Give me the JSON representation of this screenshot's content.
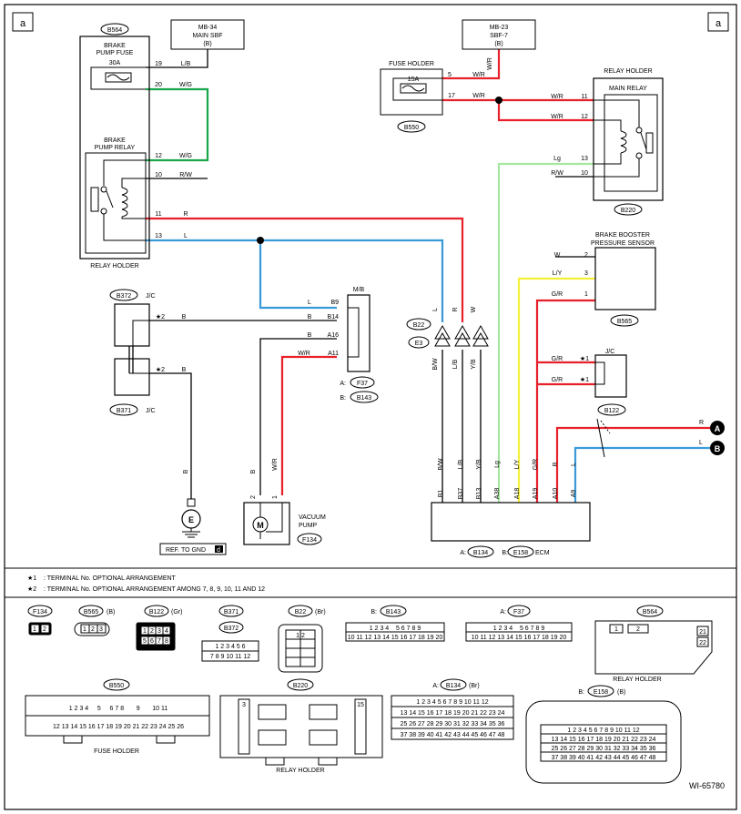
{
  "corner_tags": {
    "left": "a",
    "right": "a"
  },
  "b564": {
    "tag": "B564",
    "fuse_label": [
      "BRAKE",
      "PUMP FUSE"
    ],
    "fuse_rating": "30A",
    "relay_label": [
      "BRAKE",
      "PUMP RELAY"
    ],
    "holder_label": "RELAY HOLDER",
    "pins": {
      "p19": "19",
      "p20": "20",
      "p12": "12",
      "p10": "10",
      "p11": "11",
      "p13": "13"
    },
    "wires": {
      "p19": "L/B",
      "p20": "W/G",
      "p12": "W/G",
      "p10": "R/W",
      "p11": "R",
      "p13": "L"
    }
  },
  "mb34": {
    "lines": [
      "MB-34",
      "MAIN SBF",
      "(B)"
    ]
  },
  "mb23": {
    "lines": [
      "MB-23",
      "SBF-7",
      "(B)"
    ],
    "wire": "W/R"
  },
  "fuse_holder": {
    "title": "FUSE HOLDER",
    "rating": "15A",
    "tag": "B550",
    "pins": {
      "p5": "5",
      "p17": "17"
    },
    "wires": {
      "p5": "W/R",
      "p17": "W/R"
    }
  },
  "relay_holder_r": {
    "title": "RELAY HOLDER",
    "sub": "MAIN RELAY",
    "tag": "B220",
    "pins": {
      "p11": "11",
      "p12": "12",
      "p13": "13",
      "p10": "10"
    },
    "wires": {
      "p11": "W/R",
      "p12": "W/R",
      "p13": "Lg",
      "p10": "R/W"
    }
  },
  "booster": {
    "title": [
      "BRAKE BOOSTER",
      "PRESSURE SENSOR"
    ],
    "tag": "B565",
    "pins": {
      "p2": "2",
      "p3": "3",
      "p1": "1"
    },
    "wires": {
      "p2": "W",
      "p3": "L/Y",
      "p1": "G/R"
    }
  },
  "jc_right": {
    "label": "J/C",
    "wires": [
      "G/R",
      "G/R"
    ],
    "stars": [
      "★1",
      "★1"
    ]
  },
  "b122": {
    "tag": "B122"
  },
  "out": {
    "r": "R",
    "l": "L",
    "a": "A",
    "b": "B"
  },
  "jc_left": {
    "b372": "B372",
    "b371": "B371",
    "label": "J/C",
    "star": "★2",
    "wire": "B"
  },
  "mb": {
    "label": "M/B",
    "pins": [
      "B9",
      "B14",
      "A16",
      "A11"
    ],
    "wires": [
      "L",
      "B",
      "B",
      "W/R"
    ],
    "conn": [
      {
        "p": "A:",
        "t": "F37"
      },
      {
        "p": "B:",
        "t": "B143"
      }
    ]
  },
  "b22e3": {
    "tags": [
      "B22",
      "E3"
    ],
    "top_wires": [
      "L",
      "R",
      "W"
    ],
    "bot_wires": [
      "B/W",
      "L/B",
      "Y/B"
    ]
  },
  "ground": {
    "wire": "B",
    "ref": "REF. TO GND",
    "ref_tag": "d"
  },
  "vacuum_pump": {
    "title": [
      "VACUUM",
      "PUMP"
    ],
    "tag": "F134",
    "pins": [
      "2",
      "1"
    ],
    "wires": [
      "B",
      "W/R"
    ]
  },
  "ecm": {
    "label": "ECM",
    "pins": [
      "B1",
      "B37",
      "B13",
      "A38",
      "A18",
      "A19",
      "A10",
      "A9"
    ],
    "wires": [
      "B/W",
      "L/B",
      "Y/B",
      "Lg",
      "L/Y",
      "G/R",
      "R",
      "L"
    ],
    "conn": [
      {
        "p": "A:",
        "t": "B134"
      },
      {
        "p": "B:",
        "t": "E158"
      }
    ]
  },
  "notes": [
    {
      "star": "★1",
      "text": ": TERMINAL No. OPTIONAL ARRANGEMENT"
    },
    {
      "star": "★2",
      "text": ": TERMINAL No. OPTIONAL ARRANGEMENT AMONG 7, 8, 9, 10, 11 AND 12"
    }
  ],
  "connectors": {
    "f134": "F134",
    "b565": "B565",
    "b565_sfx": "(B)",
    "b122": "B122",
    "b122_sfx": "(Gr)",
    "b371": "B371",
    "b372": "B372",
    "b22": "B22",
    "b22_sfx": "(Br)",
    "b143_pre": "B:",
    "b143": "B143",
    "f37_pre": "A:",
    "f37": "F37",
    "b564": "B564",
    "b550": "B550",
    "b220": "B220",
    "b134_pre": "A:",
    "b134": "B134",
    "b134_sfx": "(Br)",
    "e158_pre": "B:",
    "e158": "E158",
    "e158_sfx": "(B)",
    "fuse_holder_lbl": "FUSE HOLDER",
    "relay_holder_lbl1": "RELAY HOLDER",
    "relay_holder_lbl2": "RELAY HOLDER"
  },
  "figure_id": "WI-65780",
  "colors": {
    "red": "#e8202a",
    "blue": "#3a9ad9",
    "green": "#1aa64a",
    "lightgreen": "#a6e6a0",
    "yellow": "#f5ef3a",
    "black": "#000000"
  }
}
